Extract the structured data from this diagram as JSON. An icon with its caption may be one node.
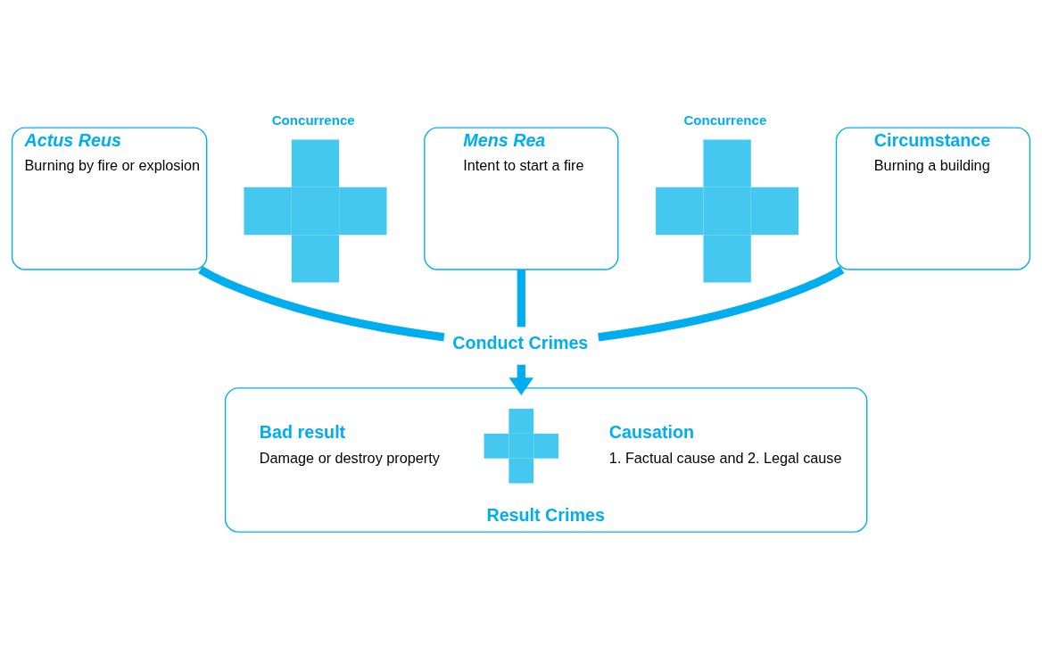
{
  "diagram": {
    "nodes": [
      {
        "text": [
          "Actus Reus",
          "Burning by fire or explosion"
        ]
      },
      {
        "text": [
          "Concurrence"
        ]
      },
      {
        "text": [
          "Mens Rea",
          "Intent to start a fire"
        ]
      },
      {
        "text": [
          "Concurrence"
        ]
      },
      {
        "text": [
          "Circumstance",
          "Burning a building"
        ]
      },
      {
        "text": [
          "Conduct Crimes"
        ]
      },
      {
        "text": [
          "Result Crimes"
        ]
      },
      {
        "text": [
          "Causation",
          "1. Factual cause and 2. Legal cause"
        ],
        "in": 6
      },
      {
        "text": [],
        "shape": "cross",
        "in": 6
      },
      {
        "text": [
          "Bad result",
          "Damage or destroy property"
        ],
        "in": 6
      }
    ],
    "edges": [
      {
        "from": 0,
        "to": 5,
        "arrow": "none"
      },
      {
        "from": 2,
        "to": 5,
        "arrow": "none"
      },
      {
        "from": 4,
        "to": 5,
        "arrow": "none"
      },
      {
        "from": 5,
        "to": 6,
        "arrow": "to"
      }
    ]
  }
}
